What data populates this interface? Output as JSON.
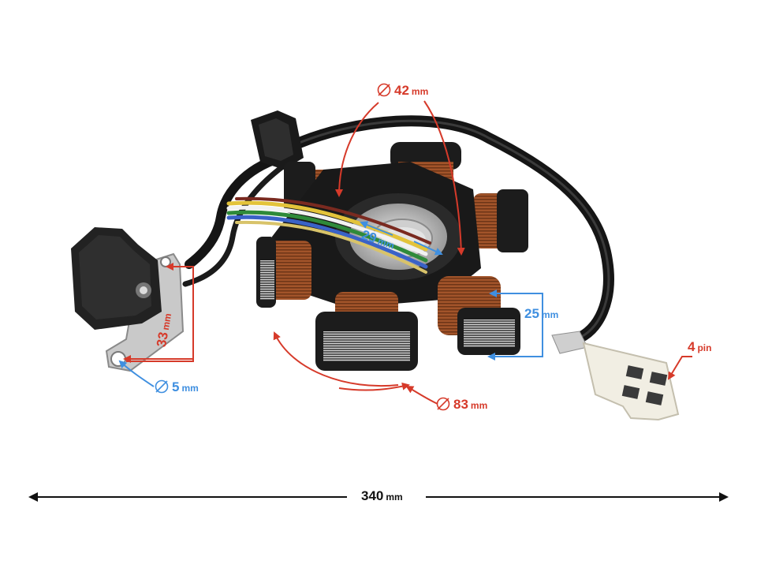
{
  "dimensions": [
    {
      "id": "inner-diameter",
      "symbol": "⌀",
      "value": "42",
      "unit": "mm",
      "color": "#d63a2a"
    },
    {
      "id": "coil-spacing",
      "symbol": "",
      "value": "29",
      "unit": "mm",
      "color": "#3f8fe0"
    },
    {
      "id": "pickup-height",
      "symbol": "",
      "value": "33",
      "unit": "mm",
      "color": "#d63a2a"
    },
    {
      "id": "coil-width",
      "symbol": "",
      "value": "25",
      "unit": "mm",
      "color": "#3f8fe0"
    },
    {
      "id": "mount-hole",
      "symbol": "⌀",
      "value": "5",
      "unit": "mm",
      "color": "#3f8fe0"
    },
    {
      "id": "outer-diameter",
      "symbol": "⌀",
      "value": "83",
      "unit": "mm",
      "color": "#d63a2a"
    },
    {
      "id": "connector-pins",
      "symbol": "",
      "value": "4",
      "unit": "pin",
      "color": "#d63a2a"
    },
    {
      "id": "cable-length",
      "symbol": "",
      "value": "340",
      "unit": "mm",
      "color": "#111111"
    }
  ],
  "colors": {
    "red_annotation": "#d63a2a",
    "blue_annotation": "#3f8fe0",
    "copper_coil": "#a2542a",
    "plastic_body": "#1c1c1c",
    "connector": "#f1eee3"
  },
  "icons": [
    "diameter-symbol-icon",
    "stator-illustration",
    "pickup-sensor-icon",
    "connector-plug-icon"
  ]
}
